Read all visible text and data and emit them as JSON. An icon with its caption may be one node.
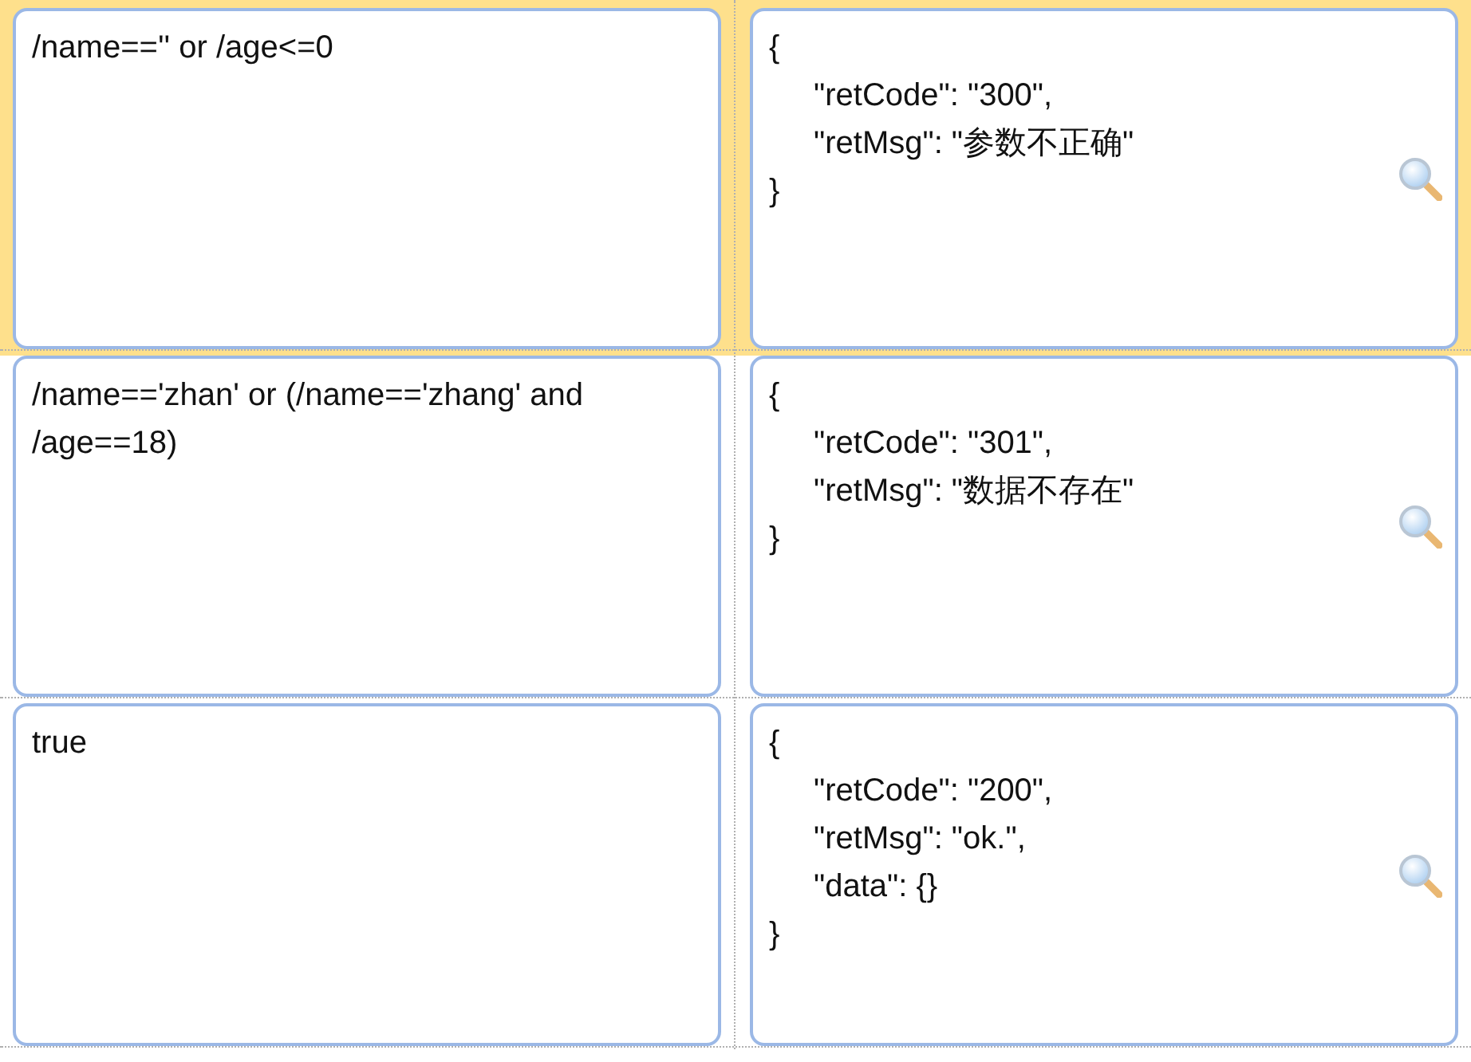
{
  "diagram": {
    "nodes": [
      {
        "text": [
          "/name=='' or /age<=0"
        ]
      },
      {
        "text": [
          "{",
          "\"retCode\": \"300\",",
          "\"retMsg\": \"参数不正确\"",
          "}"
        ]
      },
      {
        "text": [
          "/name=='zhan' or (/name=='zhang' and /age==18)"
        ]
      },
      {
        "text": [
          "{",
          "\"retCode\": \"301\",",
          "\"retMsg\": \"数据不存在\"",
          "}"
        ]
      },
      {
        "text": [
          "true"
        ]
      },
      {
        "text": [
          "{",
          "\"retCode\": \"200\",",
          "\"retMsg\": \"ok.\",",
          "\"data\": {}",
          "}"
        ]
      }
    ]
  }
}
